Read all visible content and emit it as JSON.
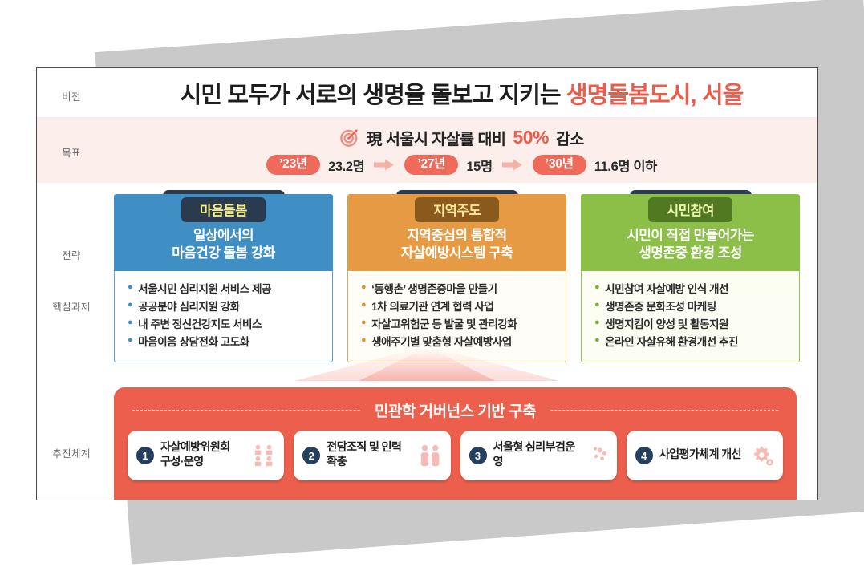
{
  "colors": {
    "accent_red": "#ec5c4d",
    "goal_band": "#fbeeeb",
    "blue": "#3f8ec4",
    "orange": "#e59a43",
    "green": "#8cbf47",
    "navy": "#2c3a4f",
    "governance": "#ec5f4c"
  },
  "rail": {
    "items": [
      {
        "label": "비전"
      },
      {
        "label": "목표"
      },
      {
        "label": "전략"
      },
      {
        "label": "핵심과제"
      },
      {
        "label": "추진체계"
      }
    ]
  },
  "vision": {
    "text_plain": "시민 모두가 서로의 생명을 돌보고 지키는 ",
    "text_accent": "생명돌봄도시, 서울"
  },
  "goal": {
    "icon": "target-icon",
    "headline_prefix": "現 서울시 자살률 대비 ",
    "headline_percent": "50%",
    "headline_suffix": " 감소",
    "timeline": [
      {
        "year": "’23년",
        "value": "23.2명"
      },
      {
        "year": "’27년",
        "value": "15명"
      },
      {
        "year": "’30년",
        "value": "11.6명 이하"
      }
    ]
  },
  "strategy": {
    "columns": [
      {
        "chip": "마음돌봄",
        "subtitle_line1": "일상에서의",
        "subtitle_line2": "마음건강 돌봄 강화",
        "tasks": [
          "서울시민 심리지원 서비스 제공",
          "공공분야 심리지원 강화",
          "내 주변 정신건강지도 서비스",
          "마음이음 상담전화 고도화"
        ]
      },
      {
        "chip": "지역주도",
        "subtitle_line1": "지역중심의 통합적",
        "subtitle_line2": "자살예방시스템 구축",
        "tasks": [
          "‘동행촌’ 생명존중마을 만들기",
          "1차 의료기관 연계 협력 사업",
          "자살고위험군 등 발굴 및 관리강화",
          "생애주기별 맞춤형 자살예방사업"
        ]
      },
      {
        "chip": "시민참여",
        "subtitle_line1": "시민이 직접 만들어가는",
        "subtitle_line2": "생명존중 환경 조성",
        "tasks": [
          "시민참여 자살예방 인식 개선",
          "생명존중 문화조성 마케팅",
          "생명지킴이 양성 및 활동지원",
          "온라인 자살유해 환경개선 추진"
        ]
      }
    ]
  },
  "governance": {
    "title": "민관학 거버넌스 기반 구축",
    "cards": [
      {
        "number": "1",
        "label": "자살예방위원회\n구성·운영",
        "icon": "committee-people-icon"
      },
      {
        "number": "2",
        "label": "전담조직 및 인력 확충",
        "icon": "staff-people-icon"
      },
      {
        "number": "3",
        "label": "서울형 심리부검운영",
        "icon": "flower-gear-icon"
      },
      {
        "number": "4",
        "label": "사업평가체계 개선",
        "icon": "gear-icon"
      }
    ]
  }
}
